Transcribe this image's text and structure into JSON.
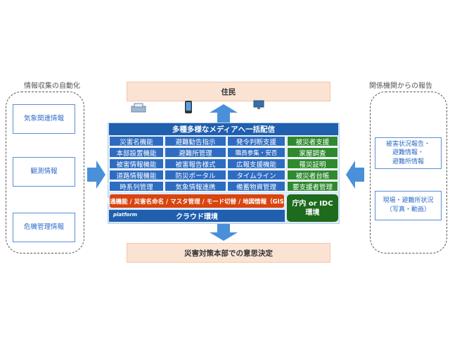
{
  "left": {
    "caption": "情報収集の自動化",
    "boxes": [
      "気象関連情報",
      "観測情報",
      "危機管理情報"
    ]
  },
  "right": {
    "caption": "関係機関からの報告",
    "boxes": [
      {
        "lines": [
          "被害状況報告・",
          "避難情報・",
          "避難所情報"
        ]
      },
      {
        "lines": [
          "現場・避難所状況",
          "（写真・動画）"
        ]
      }
    ]
  },
  "top_bar": "住民",
  "bottom_bar": "災害対策本部での意思決定",
  "panel": {
    "header": "多種多様なメディアへ一括配信",
    "blue_columns": [
      [
        "災害名機能",
        "本部設置機能",
        "被害情報機能",
        "道路情報機能",
        "時系列管理"
      ],
      [
        "避難勧告指示",
        "避難所管理",
        "被害報告様式",
        "防災ポータル",
        "気象情報連携"
      ],
      [
        "発令判断支援",
        "職員参集・安否",
        "広報支援機能",
        "タイムライン",
        "備蓄物資管理"
      ]
    ],
    "green_column": [
      "被災者支援",
      "家屋調査",
      "罹災証明",
      "被災者台帳",
      "要支援者管理"
    ],
    "common_functions": "共通機能 / 災害名命名 / マスタ管理 / モード切替 / 地図情報（GIS）",
    "cloud_label": "クラウド環境",
    "cloud_logo": "platform",
    "onprem_lines": [
      "庁内 or IDC",
      "環境"
    ]
  },
  "colors": {
    "header_blue": "#1f5fae",
    "cell_blue": "#2e6cc2",
    "cell_green": "#2f8a2f",
    "common_red": "#d9440f",
    "arrow_blue": "#4a90d9",
    "light_orange": "#fbe3d4"
  }
}
